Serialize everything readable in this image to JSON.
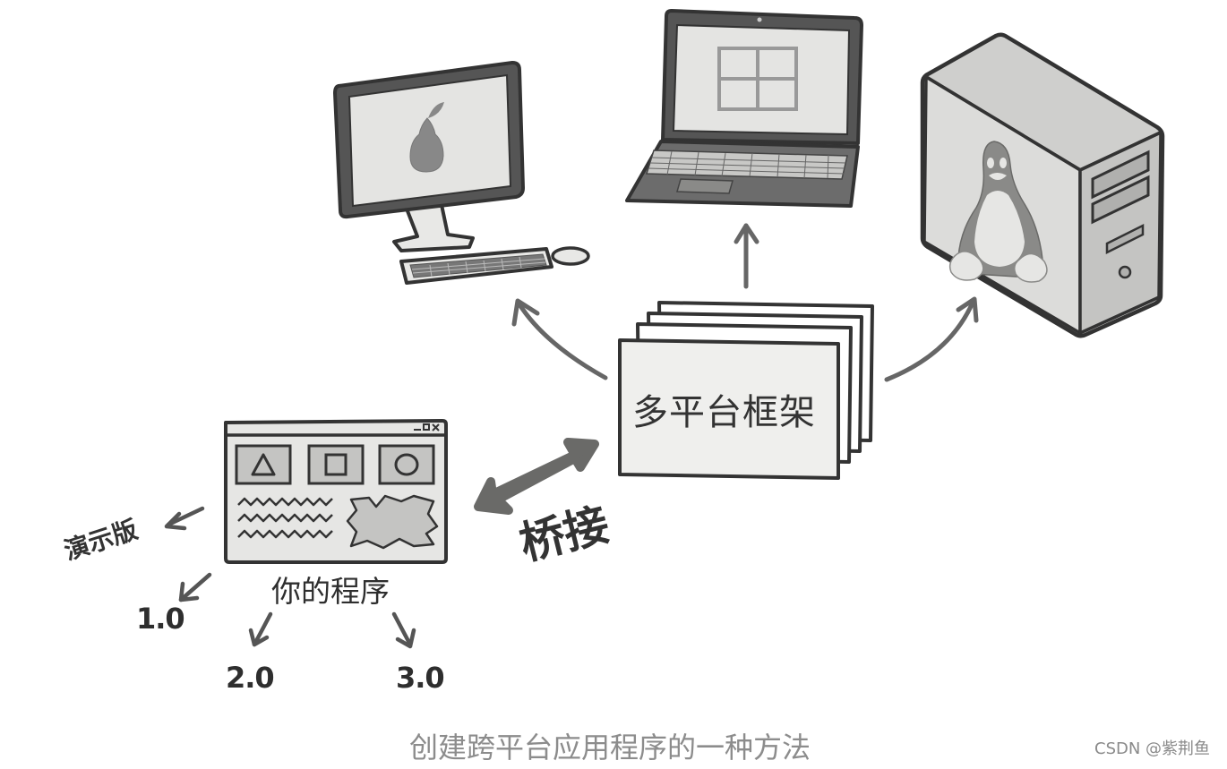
{
  "labels": {
    "framework": "多平台框架",
    "app": "你的程序",
    "bridge": "桥接",
    "demo": "演示版",
    "version_1": "1.0",
    "version_2": "2.0",
    "version_3": "3.0"
  },
  "caption": "创建跨平台应用程序的一种方法",
  "watermark": "CSDN @紫荆鱼",
  "icons": [
    "apple-pear-logo-icon",
    "windows-logo-icon",
    "linux-penguin-icon"
  ],
  "colors": {
    "outline": "#3a3a3a",
    "fill_light": "#e6e6e4",
    "fill_mid": "#8a8a88",
    "arrow": "#666666",
    "caption": "#8c8c8c"
  }
}
